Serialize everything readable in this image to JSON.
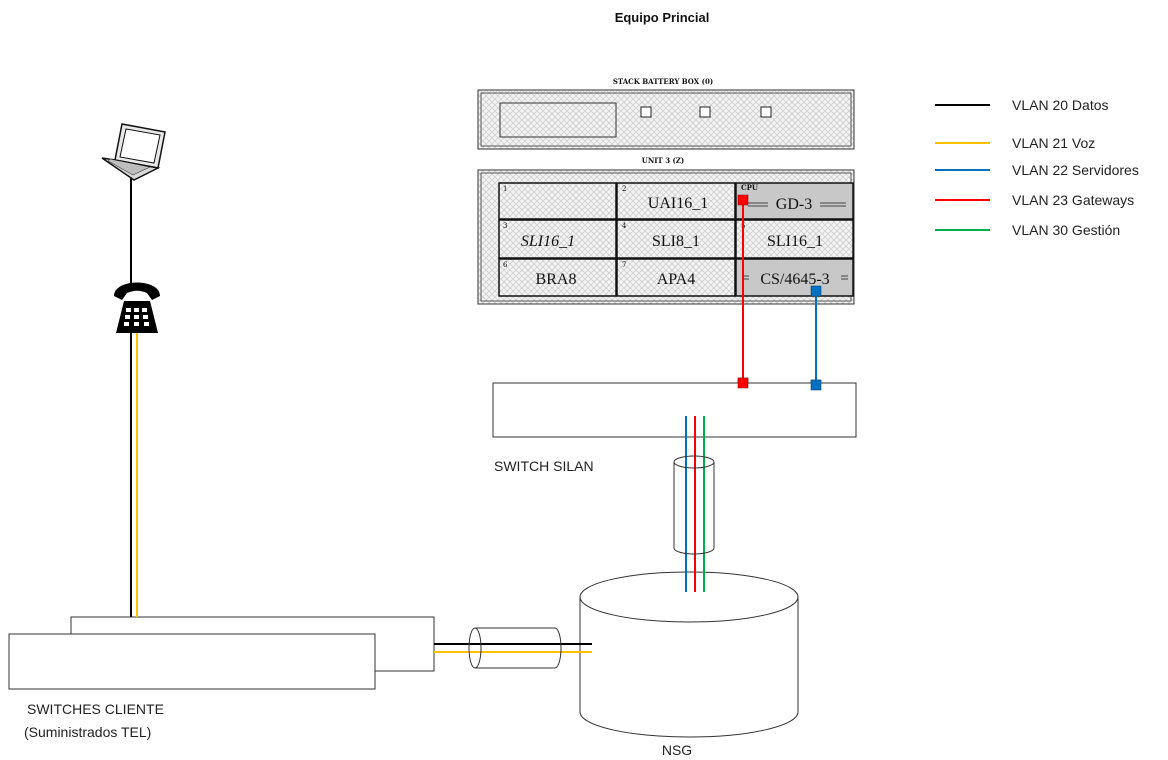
{
  "title": "Equipo Princial",
  "stack": {
    "battery_label": "STACK BATTERY BOX (0)",
    "unit_label": "UNIT 3 (Z)",
    "cpu_label": "CPU",
    "slots": [
      {
        "num": "1",
        "name": ""
      },
      {
        "num": "2",
        "name": "UAI16_1"
      },
      {
        "num": "",
        "name": "GD-3"
      },
      {
        "num": "3",
        "name": "SLI16_1"
      },
      {
        "num": "4",
        "name": "SLI8_1"
      },
      {
        "num": "5",
        "name": "SLI16_1"
      },
      {
        "num": "6",
        "name": "BRA8"
      },
      {
        "num": "7",
        "name": "APA4"
      },
      {
        "num": "",
        "name": "CS/4645-3"
      }
    ]
  },
  "switch_silan_label": "SWITCH SILAN",
  "switches_cliente_label": "SWITCHES CLIENTE",
  "switches_cliente_sub": "(Suministrados TEL)",
  "nsg_label": "NSG",
  "legend": [
    {
      "label": "VLAN 20 Datos",
      "color": "#000000"
    },
    {
      "label": "VLAN 21 Voz",
      "color": "#FFC000"
    },
    {
      "label": "VLAN 22 Servidores",
      "color": "#0070C0"
    },
    {
      "label": "VLAN 23 Gateways",
      "color": "#FF0000"
    },
    {
      "label": "VLAN 30 Gestión",
      "color": "#00B050"
    }
  ],
  "icons": {
    "laptop": "laptop-icon",
    "phone": "telephone-icon"
  }
}
